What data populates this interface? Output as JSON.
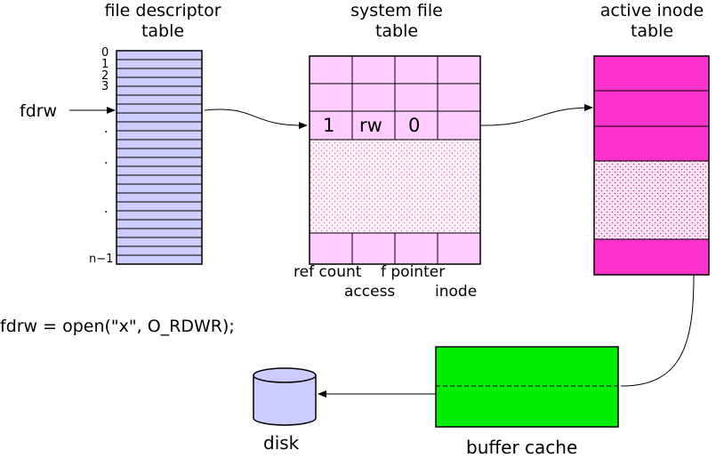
{
  "titles": {
    "fd_table": [
      "file descriptor",
      "table"
    ],
    "system_file_table": [
      "system file",
      "table"
    ],
    "active_inode_table": [
      "active inode",
      "table"
    ]
  },
  "fd_table": {
    "row_labels": [
      "0",
      "1",
      "2",
      "3"
    ],
    "dots": [
      ".",
      ".",
      "."
    ],
    "last_label": "n−1",
    "fill_color": "#ccccff"
  },
  "variable": "fdrw",
  "system_file_table": {
    "entry": {
      "ref_count": "1",
      "access": "rw",
      "f_pointer": "0"
    },
    "fill_color": "#ffccff",
    "column_labels": {
      "ref_count": "ref count",
      "f_pointer": "f pointer",
      "access": "access",
      "inode": "inode"
    }
  },
  "active_inode_table": {
    "fill_color": "#ff33cc"
  },
  "code": "fdrw = open(\"x\", O_RDWR);",
  "disk": {
    "label": "disk",
    "fill_color": "#ccccff"
  },
  "buffer_cache": {
    "label": "buffer cache",
    "fill_color": "#00ee00"
  }
}
